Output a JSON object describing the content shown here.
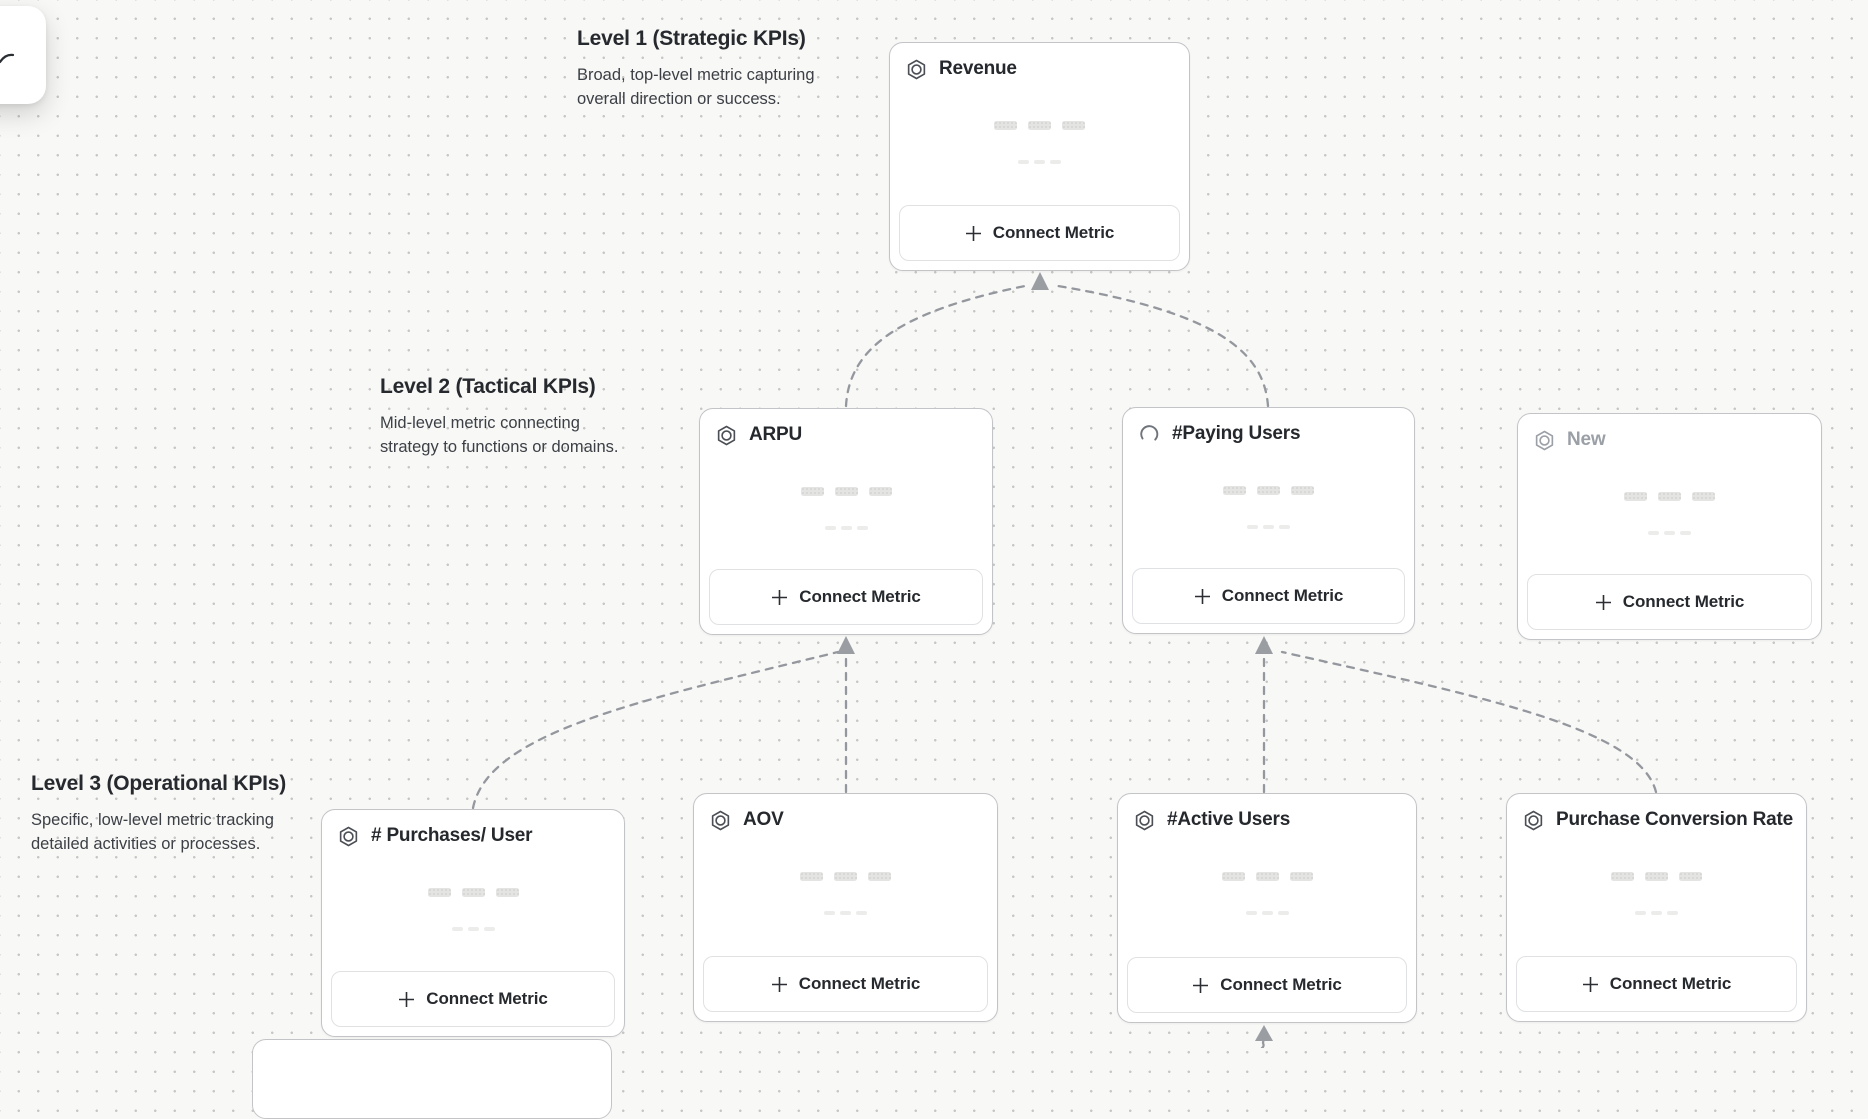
{
  "canvas": {
    "background_color": "#f8f8f6",
    "dot_color": "#c7c7c5",
    "connector_color": "#94989e"
  },
  "levels": [
    {
      "id": "level-1",
      "title": "Level 1 (Strategic KPIs)",
      "description": "Broad, top-level metric capturing overall direction or success."
    },
    {
      "id": "level-2",
      "title": "Level 2 (Tactical KPIs)",
      "description": "Mid-level metric connecting strategy to functions or domains."
    },
    {
      "id": "level-3",
      "title": "Level 3 (Operational KPIs)",
      "description": "Specific, low-level metric tracking detailed activities or processes."
    }
  ],
  "cards": [
    {
      "id": "revenue",
      "level": 1,
      "title": "Revenue",
      "icon": "metric-hexagon-icon",
      "button_label": "Connect Metric"
    },
    {
      "id": "arpu",
      "level": 2,
      "title": "ARPU",
      "icon": "metric-hexagon-icon",
      "button_label": "Connect Metric"
    },
    {
      "id": "paying-users",
      "level": 2,
      "title": "#Paying Users",
      "icon": "loading-spinner-icon",
      "button_label": "Connect Metric"
    },
    {
      "id": "new",
      "level": 2,
      "title": "New",
      "icon": "metric-hexagon-icon",
      "button_label": "Connect Metric"
    },
    {
      "id": "purchases-user",
      "level": 3,
      "title": "# Purchases/ User",
      "icon": "metric-hexagon-icon",
      "button_label": "Connect Metric"
    },
    {
      "id": "aov",
      "level": 3,
      "title": "AOV",
      "icon": "metric-hexagon-icon",
      "button_label": "Connect Metric"
    },
    {
      "id": "active-users",
      "level": 3,
      "title": "#Active Users",
      "icon": "metric-hexagon-icon",
      "button_label": "Connect Metric"
    },
    {
      "id": "purchase-conversion-rate",
      "level": 3,
      "title": "Purchase Conversion Rate",
      "icon": "metric-hexagon-icon",
      "button_label": "Connect Metric"
    }
  ],
  "edges": [
    {
      "from": "arpu",
      "to": "revenue"
    },
    {
      "from": "paying-users",
      "to": "revenue"
    },
    {
      "from": "purchases-user",
      "to": "arpu"
    },
    {
      "from": "aov",
      "to": "arpu"
    },
    {
      "from": "active-users",
      "to": "paying-users"
    },
    {
      "from": "purchase-conversion-rate",
      "to": "paying-users"
    },
    {
      "from": "offscreen-below",
      "to": "active-users"
    }
  ]
}
